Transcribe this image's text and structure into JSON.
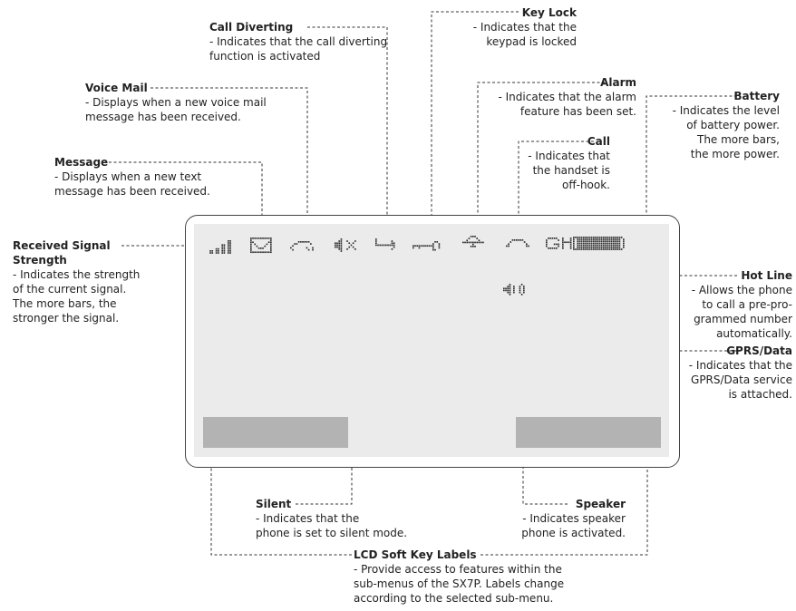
{
  "colors": {
    "lcd_background": "#ebebeb",
    "soft_key": "#b3b3b3",
    "icon_dots": "#2a2a2a",
    "leader": "#333333"
  },
  "screen": {
    "soft_keys": [
      "left-soft-key",
      "right-soft-key"
    ],
    "icons": [
      "signal-strength-icon",
      "message-envelope-icon",
      "voice-mail-icon",
      "silent-speaker-icon",
      "call-divert-icon",
      "key-lock-icon",
      "alarm-bell-icon",
      "call-handset-icon",
      "gprs-data-icon",
      "hot-line-icon",
      "battery-icon",
      "speaker-on-icon"
    ]
  },
  "labels": {
    "call_diverting": {
      "title": "Call Diverting",
      "desc": "- Indicates that the call diverting\nfunction is activated"
    },
    "key_lock": {
      "title": "Key Lock",
      "desc": "- Indicates that the\nkeypad is locked"
    },
    "voice_mail": {
      "title": "Voice Mail",
      "desc": "- Displays when a new voice mail\nmessage has been received."
    },
    "alarm": {
      "title": "Alarm",
      "desc": "- Indicates that the alarm\nfeature has been set."
    },
    "battery": {
      "title": "Battery",
      "desc": "- Indicates the level\nof battery power.\nThe more bars,\nthe more power."
    },
    "message": {
      "title": "Message",
      "desc": "- Displays when a new text\nmessage has been received."
    },
    "call": {
      "title": "Call",
      "desc": "- Indicates that\nthe handset is\noff-hook."
    },
    "received_signal": {
      "title": "Received Signal\nStrength",
      "desc": "- Indicates the strength\nof the current signal.\nThe more bars, the\nstronger the signal."
    },
    "hot_line": {
      "title": "Hot Line",
      "desc": "- Allows the phone\nto call a pre-pro-\ngrammed number\nautomatically."
    },
    "gprs_data": {
      "title": "GPRS/Data",
      "desc": "- Indicates that the\nGPRS/Data service\nis attached."
    },
    "silent": {
      "title": "Silent",
      "desc": "- Indicates that the\nphone is set to silent mode."
    },
    "speaker": {
      "title": "Speaker",
      "desc": "- Indicates speaker\nphone is activated."
    },
    "lcd_soft_key": {
      "title": "LCD Soft Key Labels",
      "desc": "- Provide access to features within the\nsub-menus of the SX7P. Labels change\naccording to the selected sub-menu."
    }
  }
}
